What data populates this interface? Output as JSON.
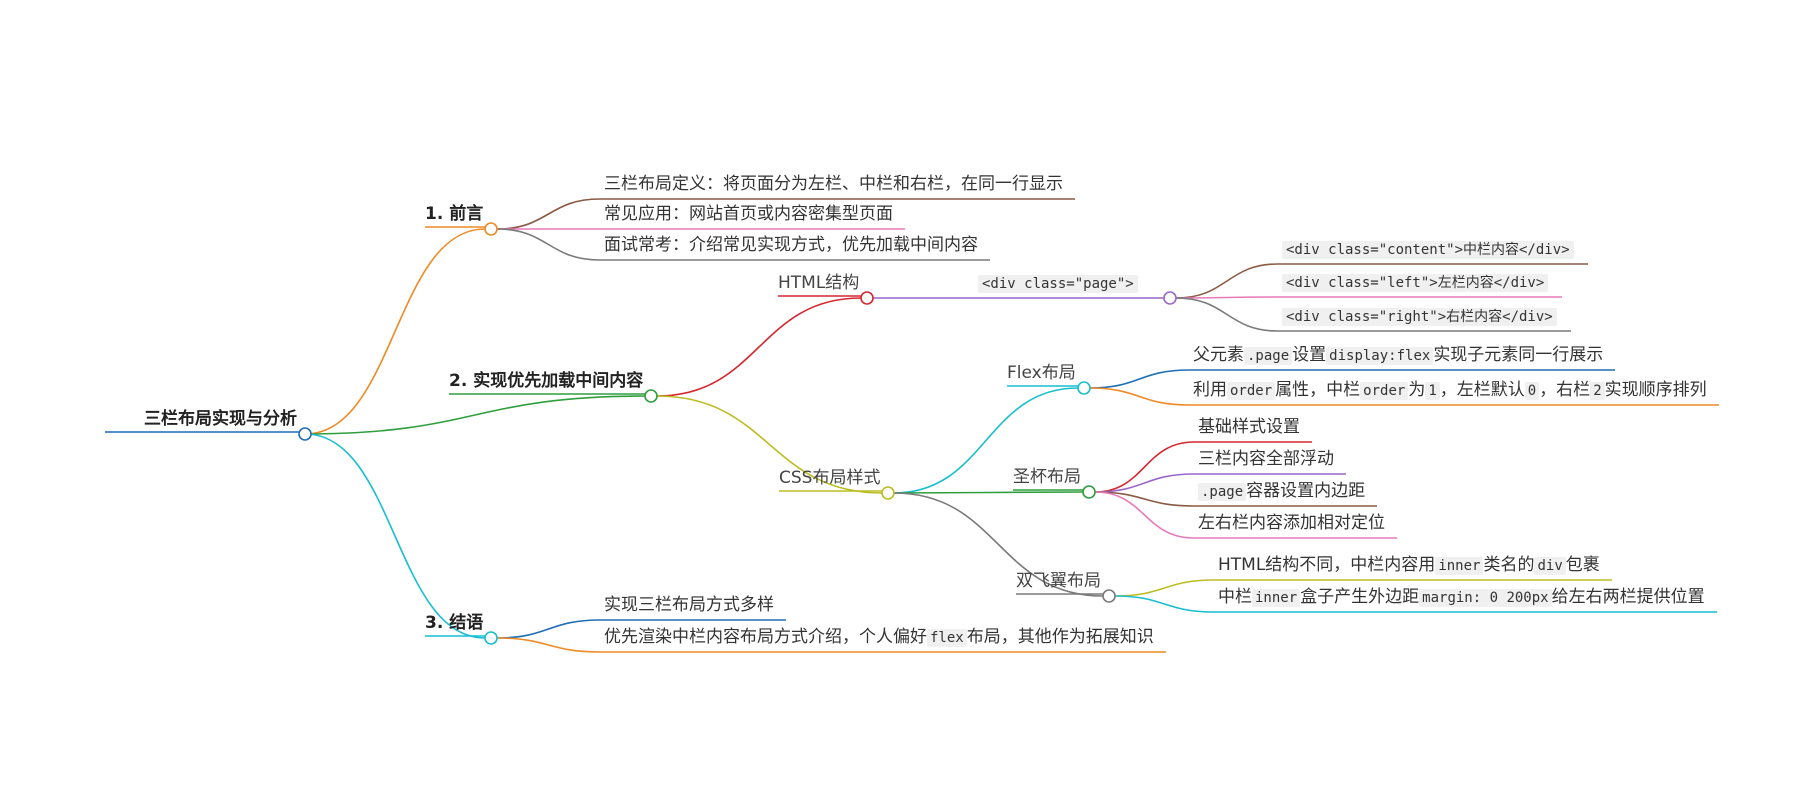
{
  "root": {
    "label": "三栏布局实现与分析",
    "color": "#1f6fb5"
  },
  "branches": [
    {
      "id": "intro",
      "label": "1. 前言",
      "color": "#f08a24",
      "leaves": [
        {
          "text": "三栏布局定义：将页面分为左栏、中栏和右栏，在同一行显示",
          "color": "#8a5a44"
        },
        {
          "text": "常见应用：网站首页或内容密集型页面",
          "color": "#e879b9"
        },
        {
          "text": "面试常考：介绍常见实现方式，优先加载中间内容",
          "color": "#7a7a7a"
        }
      ]
    },
    {
      "id": "impl",
      "label": "2. 实现优先加载中间内容",
      "color": "#2e9e3e",
      "html": {
        "label": "HTML结构",
        "color": "#d6262e",
        "page_code": "<div class=\"page\">",
        "page_color": "#9966cc",
        "children": [
          {
            "code": "<div class=\"content\">中栏内容</div>",
            "color": "#8a5a44"
          },
          {
            "code": "<div class=\"left\">左栏内容</div>",
            "color": "#e879b9"
          },
          {
            "code": "<div class=\"right\">右栏内容</div>",
            "color": "#7a7a7a"
          }
        ]
      },
      "css": {
        "label": "CSS布局样式",
        "color": "#bcbd22",
        "flex": {
          "label": "Flex布局",
          "color": "#17becf",
          "leaves": [
            {
              "color": "#1f6fb5",
              "parts": [
                {
                  "t": "父元素"
                },
                {
                  "c": ".page"
                },
                {
                  "t": "设置"
                },
                {
                  "c": "display:flex"
                },
                {
                  "t": "实现子元素同一行展示"
                }
              ]
            },
            {
              "color": "#f08a24",
              "parts": [
                {
                  "t": "利用"
                },
                {
                  "c": "order"
                },
                {
                  "t": "属性，中栏"
                },
                {
                  "c": "order"
                },
                {
                  "t": "为"
                },
                {
                  "c": "1"
                },
                {
                  "t": "，左栏默认"
                },
                {
                  "c": "0"
                },
                {
                  "t": "，右栏"
                },
                {
                  "c": "2"
                },
                {
                  "t": "实现顺序排列"
                }
              ]
            }
          ]
        },
        "grail": {
          "label": "圣杯布局",
          "color": "#2e9e3e",
          "leaves": [
            {
              "color": "#d6262e",
              "parts": [
                {
                  "t": "基础样式设置"
                }
              ]
            },
            {
              "color": "#9966cc",
              "parts": [
                {
                  "t": "三栏内容全部浮动"
                }
              ]
            },
            {
              "color": "#8a5a44",
              "parts": [
                {
                  "c": ".page"
                },
                {
                  "t": "容器设置内边距"
                }
              ]
            },
            {
              "color": "#e879b9",
              "parts": [
                {
                  "t": "左右栏内容添加相对定位"
                }
              ]
            }
          ]
        },
        "wing": {
          "label": "双飞翼布局",
          "color": "#7a7a7a",
          "leaves": [
            {
              "color": "#bcbd22",
              "parts": [
                {
                  "t": "HTML结构不同，中栏内容用"
                },
                {
                  "c": "inner"
                },
                {
                  "t": "类名的"
                },
                {
                  "c": "div"
                },
                {
                  "t": "包裹"
                }
              ]
            },
            {
              "color": "#17becf",
              "parts": [
                {
                  "t": "中栏"
                },
                {
                  "c": "inner"
                },
                {
                  "t": "盒子产生外边距"
                },
                {
                  "c": "margin: 0 200px"
                },
                {
                  "t": "给左右两栏提供位置"
                }
              ]
            }
          ]
        }
      }
    },
    {
      "id": "conclusion",
      "label": "3. 结语",
      "color": "#17becf",
      "leaves": [
        {
          "color": "#1f6fb5",
          "parts": [
            {
              "t": "实现三栏布局方式多样"
            }
          ]
        },
        {
          "color": "#f08a24",
          "parts": [
            {
              "t": "优先渲染中栏内容布局方式介绍，个人偏好"
            },
            {
              "c": "flex"
            },
            {
              "t": "布局，其他作为拓展知识"
            }
          ]
        }
      ]
    }
  ]
}
